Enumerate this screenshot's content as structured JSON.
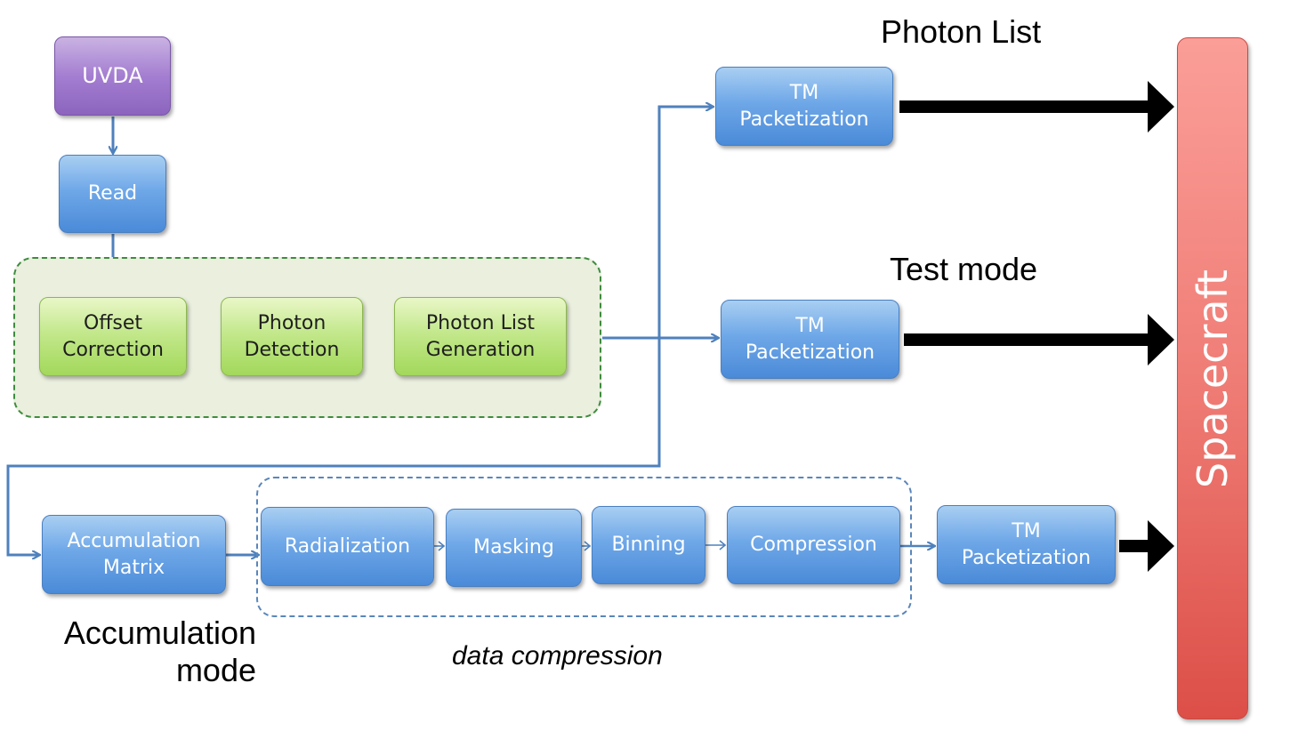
{
  "nodes": {
    "uvda": "UVDA",
    "read": "Read",
    "offset_correction": "Offset\nCorrection",
    "photon_detection": "Photon\nDetection",
    "photon_list_generation": "Photon List\nGeneration",
    "tm_packetization_photon": "TM\nPacketization",
    "tm_packetization_test": "TM\nPacketization",
    "accumulation_matrix": "Accumulation\nMatrix",
    "radialization": "Radialization",
    "masking": "Masking",
    "binning": "Binning",
    "compression": "Compression",
    "tm_packetization_accum": "TM\nPacketization",
    "spacecraft": "Spacecraft"
  },
  "labels": {
    "photon_list": "Photon List",
    "test_mode": "Test mode",
    "accumulation_mode": "Accumulation\nmode",
    "data_compression": "data compression"
  },
  "colors": {
    "flow_arrow": "#4f81bd",
    "output_arrow": "#000000",
    "processing_box": "#6fa8e8",
    "detection_box": "#c3e88c",
    "source_box": "#a47ed1",
    "spacecraft_bar": "#ef7d76"
  }
}
